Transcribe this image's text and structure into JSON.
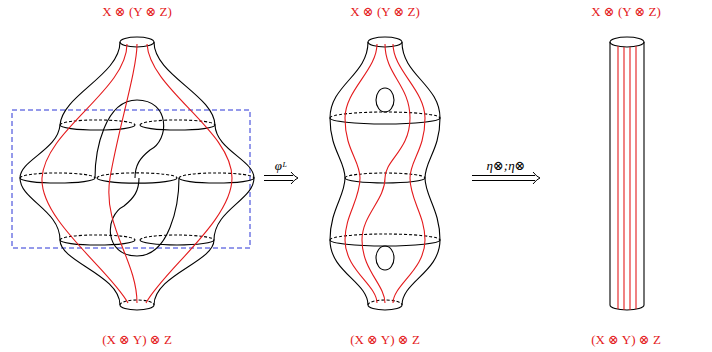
{
  "diagram": {
    "nodes": [
      {
        "text": [
          "X ⊗ (Y ⊗ Z)",
          "(X ⊗ Y) ⊗ Z"
        ]
      },
      {
        "text": [
          "X ⊗ (Y ⊗ Z)",
          "(X ⊗ Y) ⊗ Z"
        ]
      },
      {
        "text": [
          "X ⊗ (Y ⊗ Z)",
          "(X ⊗ Y) ⊗ Z"
        ]
      }
    ],
    "edges": [
      {
        "from": 0,
        "to": 1,
        "label": "φᴸ",
        "arrow": "to"
      },
      {
        "from": 1,
        "to": 2,
        "label": "η⊗;η⊗",
        "arrow": "to"
      }
    ]
  }
}
